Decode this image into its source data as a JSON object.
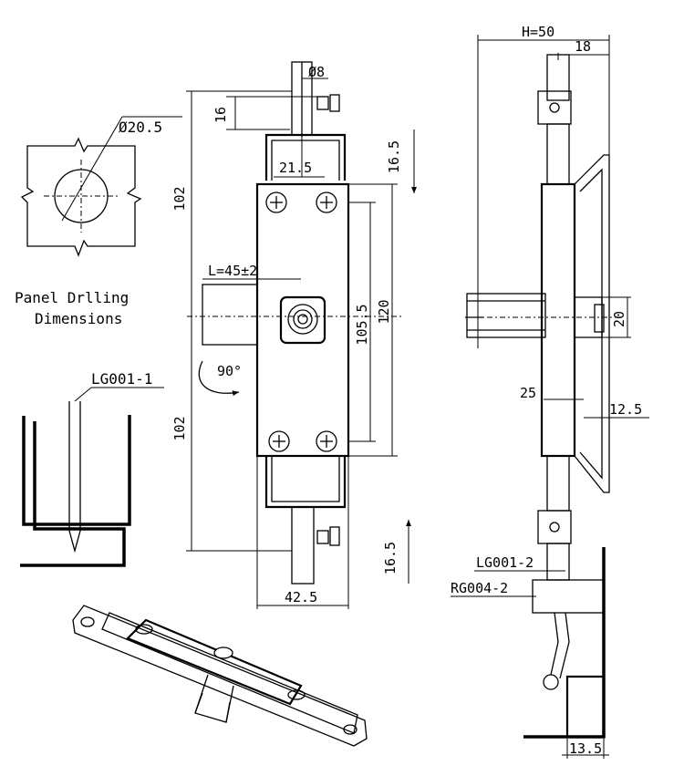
{
  "labels": {
    "hole_dia": "Ø20.5",
    "panel_line1": "Panel Drlling",
    "panel_line2": "Dimensions",
    "part1": "LG001-1",
    "part2": "LG001-2",
    "part3": "RG004-2",
    "rotation": "90°"
  },
  "dims": {
    "rod_dia": "Ø8",
    "d16": "16",
    "d102_top": "102",
    "d102_bottom": "102",
    "d21_5": "21.5",
    "d16_5_top": "16.5",
    "d16_5_bottom": "16.5",
    "d_l": "L=45±2",
    "d105_5": "105.5",
    "d120": "120",
    "d42_5": "42.5",
    "h50": "H=50",
    "d18": "18",
    "d20": "20",
    "d25": "25",
    "d12_5": "12.5",
    "d13_5": "13.5"
  }
}
